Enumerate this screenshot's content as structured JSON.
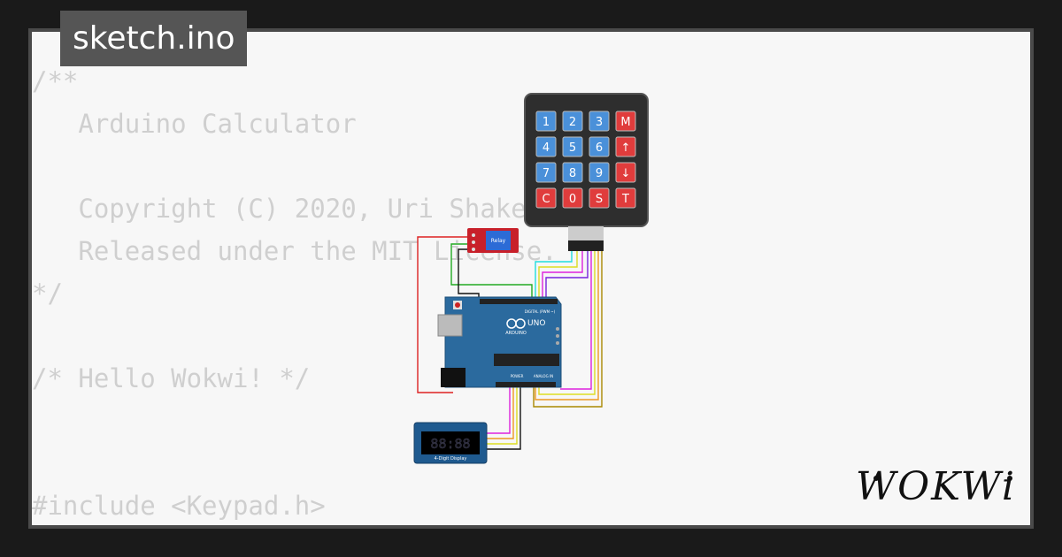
{
  "tab": {
    "label": "sketch.ino"
  },
  "code_lines": [
    "/**",
    "   Arduino Calculator",
    "",
    "   Copyright (C) 2020, Uri Shaked.",
    "   Released under the MIT License.",
    "*/",
    "",
    "/* Hello Wokwi! */",
    "",
    "",
    "#include <Keypad.h>"
  ],
  "keypad": {
    "keys": [
      "1",
      "2",
      "3",
      "M",
      "4",
      "5",
      "6",
      "↑",
      "7",
      "8",
      "9",
      "↓",
      "C",
      "0",
      "S",
      "T"
    ],
    "blue_color": "#4a90d9",
    "red_color": "#e03c3c"
  },
  "relay": {
    "label": "Relay"
  },
  "arduino": {
    "model": "UNO",
    "brand": "ARDUINO",
    "digital_label": "DIGITAL (PWM ~)",
    "analog_label": "ANALOG IN",
    "power_label": "POWER"
  },
  "display": {
    "digits": "88:88",
    "label": "4-Digit Display"
  },
  "logo": {
    "text": "WOKWi"
  }
}
